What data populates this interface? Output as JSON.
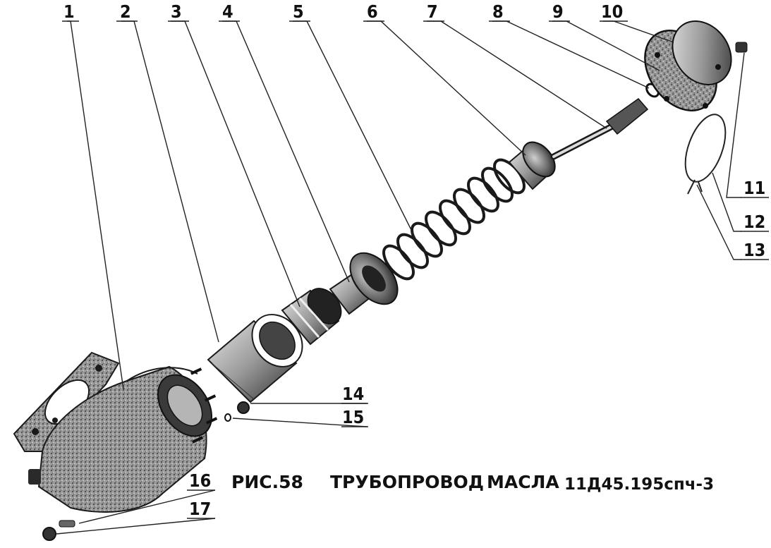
{
  "figure": {
    "caption_fig": "РИС.58",
    "caption_title": "ТРУБОПРОВОД",
    "caption_title2": "МАСЛА",
    "caption_code": "11Д45.195спч-3"
  },
  "part_numbers": [
    "1",
    "2",
    "3",
    "4",
    "5",
    "6",
    "7",
    "8",
    "9",
    "10",
    "11",
    "12",
    "13",
    "14",
    "15",
    "16",
    "17"
  ],
  "colors": {
    "ink": "#1a1a1a",
    "paper": "#ffffff",
    "shade": "#6e6e6e"
  }
}
